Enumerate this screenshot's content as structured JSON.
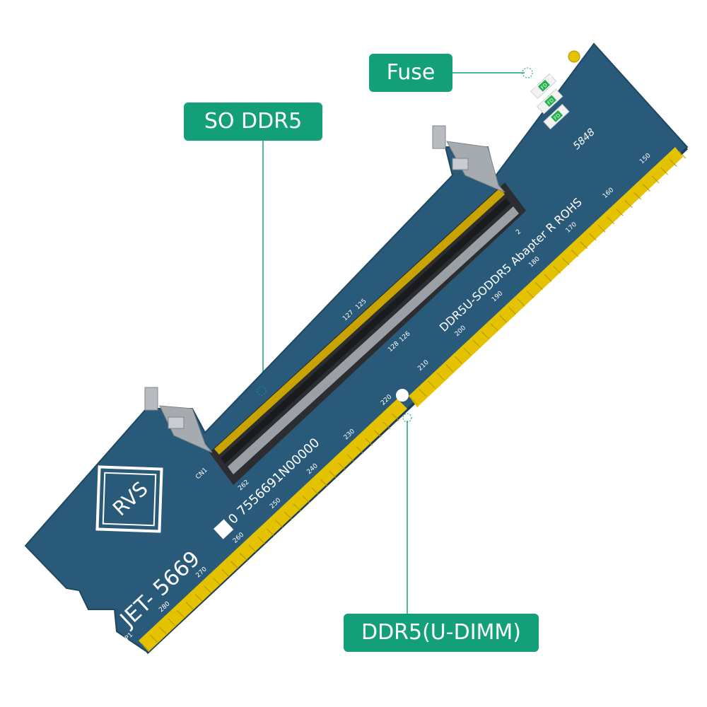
{
  "callouts": {
    "fuse": "Fuse",
    "so_ddr5": "SO DDR5",
    "ddr5_udimm": "DDR5(U-DIMM)"
  },
  "board": {
    "logo": "RVS",
    "model": "JET- 5669",
    "serial": "0 7556691N00000",
    "product": "DDR5U-SODDR5  Abapter  R    ROHS",
    "code": "5848",
    "connector_ref": "CN1",
    "pin_start": "P1",
    "slot_pins": [
      "262",
      "2",
      "127",
      "125",
      "128",
      "126"
    ],
    "fuses": [
      "F1",
      "F2",
      "F3"
    ],
    "fuse_marks": [
      "FD",
      "FD",
      "FD"
    ],
    "pin_numbers": [
      "280",
      "270",
      "260",
      "250",
      "240",
      "230",
      "220",
      "210",
      "200",
      "190",
      "180",
      "170",
      "160",
      "150"
    ]
  },
  "colors": {
    "pcb": "#2a5a7a",
    "pcb_edge": "#1e4760",
    "gold": "#e5c200",
    "connector": "#2b2d30",
    "callout": "#13a079"
  }
}
